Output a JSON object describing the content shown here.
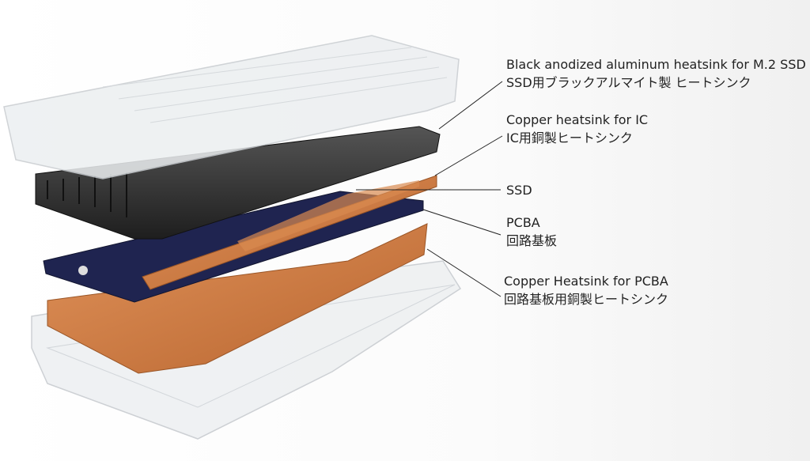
{
  "labels": [
    {
      "en": "Black anodized aluminum heatsink for M.2 SSD",
      "ja": "SSD用ブラックアルマイト製 ヒートシンク"
    },
    {
      "en": "Copper heatsink for IC",
      "ja": "IC用銅製ヒートシンク"
    },
    {
      "en": "SSD",
      "ja": ""
    },
    {
      "en": "PCBA",
      "ja": "回路基板"
    },
    {
      "en": "Copper Heatsink for PCBA",
      "ja": "回路基板用銅製ヒートシンク"
    }
  ],
  "colors": {
    "copper": "#c9773f",
    "pcba": "#1f2450",
    "heatsink": "#2b2b2b",
    "case": "#e6e9ec"
  }
}
